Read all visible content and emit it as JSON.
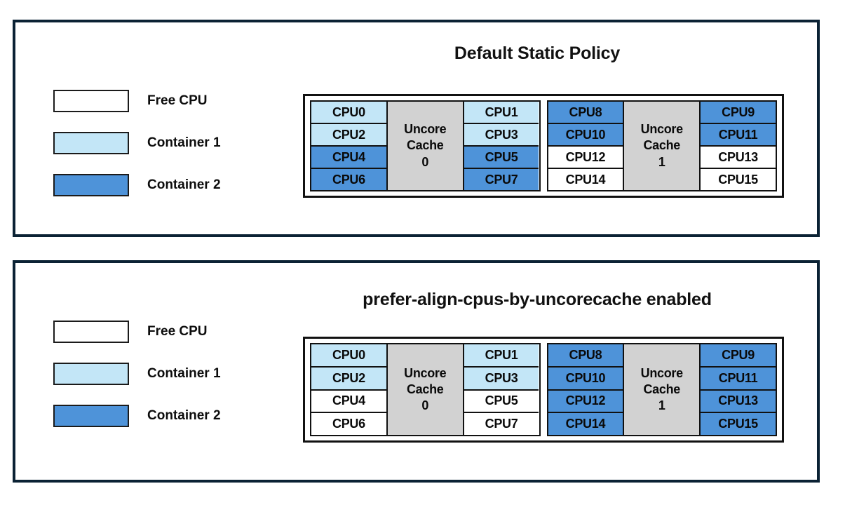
{
  "legend": {
    "items": [
      {
        "label": "Free CPU",
        "state": "free",
        "color": "#ffffff"
      },
      {
        "label": "Container 1",
        "state": "container1",
        "color": "#c3e6f7"
      },
      {
        "label": "Container 2",
        "state": "container2",
        "color": "#4e93d9"
      }
    ]
  },
  "panels": [
    {
      "id": "top",
      "title": "Default Static Policy",
      "cache_groups": [
        {
          "cache_title_line1": "Uncore",
          "cache_title_line2": "Cache",
          "cache_index": "0",
          "left_column": [
            {
              "label": "CPU0",
              "state": "container1"
            },
            {
              "label": "CPU2",
              "state": "container1"
            },
            {
              "label": "CPU4",
              "state": "container2"
            },
            {
              "label": "CPU6",
              "state": "container2"
            }
          ],
          "right_column": [
            {
              "label": "CPU1",
              "state": "container1"
            },
            {
              "label": "CPU3",
              "state": "container1"
            },
            {
              "label": "CPU5",
              "state": "container2"
            },
            {
              "label": "CPU7",
              "state": "container2"
            }
          ]
        },
        {
          "cache_title_line1": "Uncore",
          "cache_title_line2": "Cache",
          "cache_index": "1",
          "left_column": [
            {
              "label": "CPU8",
              "state": "container2"
            },
            {
              "label": "CPU10",
              "state": "container2"
            },
            {
              "label": "CPU12",
              "state": "free"
            },
            {
              "label": "CPU14",
              "state": "free"
            }
          ],
          "right_column": [
            {
              "label": "CPU9",
              "state": "container2"
            },
            {
              "label": "CPU11",
              "state": "container2"
            },
            {
              "label": "CPU13",
              "state": "free"
            },
            {
              "label": "CPU15",
              "state": "free"
            }
          ]
        }
      ]
    },
    {
      "id": "bottom",
      "title": "prefer-align-cpus-by-uncorecache enabled",
      "cache_groups": [
        {
          "cache_title_line1": "Uncore",
          "cache_title_line2": "Cache",
          "cache_index": "0",
          "left_column": [
            {
              "label": "CPU0",
              "state": "container1"
            },
            {
              "label": "CPU2",
              "state": "container1"
            },
            {
              "label": "CPU4",
              "state": "free"
            },
            {
              "label": "CPU6",
              "state": "free"
            }
          ],
          "right_column": [
            {
              "label": "CPU1",
              "state": "container1"
            },
            {
              "label": "CPU3",
              "state": "container1"
            },
            {
              "label": "CPU5",
              "state": "free"
            },
            {
              "label": "CPU7",
              "state": "free"
            }
          ]
        },
        {
          "cache_title_line1": "Uncore",
          "cache_title_line2": "Cache",
          "cache_index": "1",
          "left_column": [
            {
              "label": "CPU8",
              "state": "container2"
            },
            {
              "label": "CPU10",
              "state": "container2"
            },
            {
              "label": "CPU12",
              "state": "container2"
            },
            {
              "label": "CPU14",
              "state": "container2"
            }
          ],
          "right_column": [
            {
              "label": "CPU9",
              "state": "container2"
            },
            {
              "label": "CPU11",
              "state": "container2"
            },
            {
              "label": "CPU13",
              "state": "container2"
            },
            {
              "label": "CPU15",
              "state": "container2"
            }
          ]
        }
      ]
    }
  ]
}
